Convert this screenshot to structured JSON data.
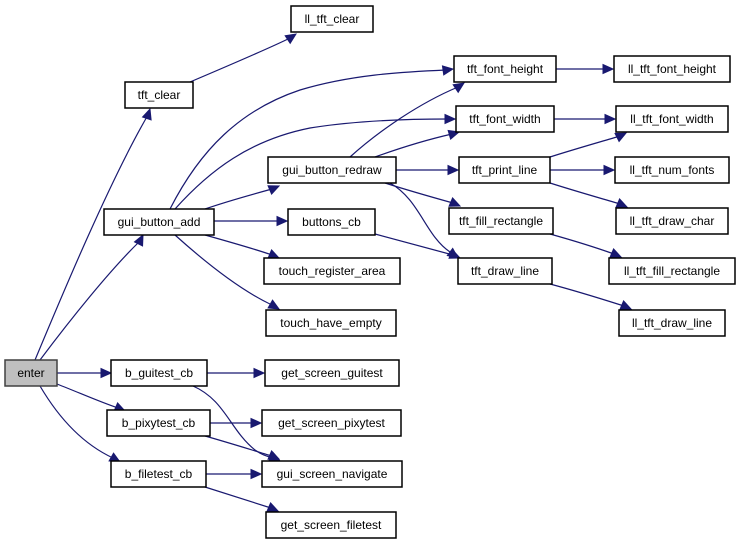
{
  "graph": {
    "type": "call-graph",
    "root": "enter",
    "colors": {
      "edge": "#191970",
      "node_border": "#000000",
      "node_fill": "#ffffff",
      "root_fill": "#bfbfbf"
    },
    "nodes": [
      {
        "id": "enter",
        "label": "enter",
        "root": true
      },
      {
        "id": "tft_clear",
        "label": "tft_clear"
      },
      {
        "id": "ll_tft_clear",
        "label": "ll_tft_clear"
      },
      {
        "id": "gui_button_add",
        "label": "gui_button_add"
      },
      {
        "id": "gui_button_redraw",
        "label": "gui_button_redraw"
      },
      {
        "id": "buttons_cb",
        "label": "buttons_cb"
      },
      {
        "id": "touch_register_area",
        "label": "touch_register_area"
      },
      {
        "id": "touch_have_empty",
        "label": "touch_have_empty"
      },
      {
        "id": "tft_font_height",
        "label": "tft_font_height"
      },
      {
        "id": "tft_font_width",
        "label": "tft_font_width"
      },
      {
        "id": "tft_print_line",
        "label": "tft_print_line"
      },
      {
        "id": "tft_fill_rectangle",
        "label": "tft_fill_rectangle"
      },
      {
        "id": "tft_draw_line",
        "label": "tft_draw_line"
      },
      {
        "id": "ll_tft_font_height",
        "label": "ll_tft_font_height"
      },
      {
        "id": "ll_tft_font_width",
        "label": "ll_tft_font_width"
      },
      {
        "id": "ll_tft_num_fonts",
        "label": "ll_tft_num_fonts"
      },
      {
        "id": "ll_tft_draw_char",
        "label": "ll_tft_draw_char"
      },
      {
        "id": "ll_tft_fill_rectangle",
        "label": "ll_tft_fill_rectangle"
      },
      {
        "id": "ll_tft_draw_line",
        "label": "ll_tft_draw_line"
      },
      {
        "id": "b_guitest_cb",
        "label": "b_guitest_cb"
      },
      {
        "id": "b_pixytest_cb",
        "label": "b_pixytest_cb"
      },
      {
        "id": "b_filetest_cb",
        "label": "b_filetest_cb"
      },
      {
        "id": "get_screen_guitest",
        "label": "get_screen_guitest"
      },
      {
        "id": "get_screen_pixytest",
        "label": "get_screen_pixytest"
      },
      {
        "id": "gui_screen_navigate",
        "label": "gui_screen_navigate"
      },
      {
        "id": "get_screen_filetest",
        "label": "get_screen_filetest"
      }
    ],
    "edges": [
      {
        "from": "enter",
        "to": "tft_clear"
      },
      {
        "from": "enter",
        "to": "gui_button_add"
      },
      {
        "from": "enter",
        "to": "b_guitest_cb"
      },
      {
        "from": "enter",
        "to": "b_pixytest_cb"
      },
      {
        "from": "enter",
        "to": "b_filetest_cb"
      },
      {
        "from": "tft_clear",
        "to": "ll_tft_clear"
      },
      {
        "from": "gui_button_add",
        "to": "tft_font_height"
      },
      {
        "from": "gui_button_add",
        "to": "tft_font_width"
      },
      {
        "from": "gui_button_add",
        "to": "gui_button_redraw"
      },
      {
        "from": "gui_button_add",
        "to": "buttons_cb"
      },
      {
        "from": "gui_button_add",
        "to": "touch_register_area"
      },
      {
        "from": "gui_button_add",
        "to": "touch_have_empty"
      },
      {
        "from": "gui_button_redraw",
        "to": "tft_font_height"
      },
      {
        "from": "gui_button_redraw",
        "to": "tft_font_width"
      },
      {
        "from": "gui_button_redraw",
        "to": "tft_print_line"
      },
      {
        "from": "gui_button_redraw",
        "to": "tft_fill_rectangle"
      },
      {
        "from": "gui_button_redraw",
        "to": "tft_draw_line"
      },
      {
        "from": "buttons_cb",
        "to": "tft_draw_line"
      },
      {
        "from": "tft_font_height",
        "to": "ll_tft_font_height"
      },
      {
        "from": "tft_font_width",
        "to": "ll_tft_font_width"
      },
      {
        "from": "tft_print_line",
        "to": "ll_tft_font_width"
      },
      {
        "from": "tft_print_line",
        "to": "ll_tft_num_fonts"
      },
      {
        "from": "tft_print_line",
        "to": "ll_tft_draw_char"
      },
      {
        "from": "tft_fill_rectangle",
        "to": "ll_tft_fill_rectangle"
      },
      {
        "from": "tft_draw_line",
        "to": "ll_tft_draw_line"
      },
      {
        "from": "b_guitest_cb",
        "to": "get_screen_guitest"
      },
      {
        "from": "b_guitest_cb",
        "to": "gui_screen_navigate"
      },
      {
        "from": "b_pixytest_cb",
        "to": "get_screen_pixytest"
      },
      {
        "from": "b_pixytest_cb",
        "to": "gui_screen_navigate"
      },
      {
        "from": "b_filetest_cb",
        "to": "gui_screen_navigate"
      },
      {
        "from": "b_filetest_cb",
        "to": "get_screen_filetest"
      }
    ]
  }
}
